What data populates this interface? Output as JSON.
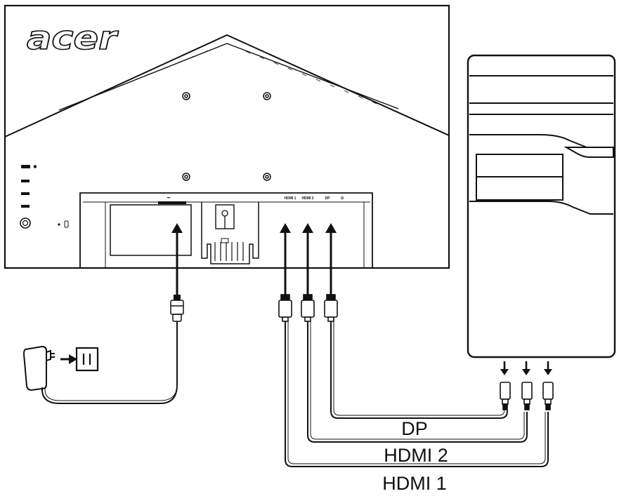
{
  "monitor": {
    "brand": "acer",
    "power_symbol": "~",
    "ports": [
      "HDMI 1",
      "HDMI 2",
      "DP",
      "Ω"
    ]
  },
  "cables": {
    "dp": "DP",
    "hdmi2": "HDMI 2",
    "hdmi1": "HDMI 1"
  },
  "icons": [
    "ac-adapter-icon",
    "wall-outlet-icon",
    "audio-jack-icon",
    "lock-icon",
    "power-button-icon"
  ]
}
